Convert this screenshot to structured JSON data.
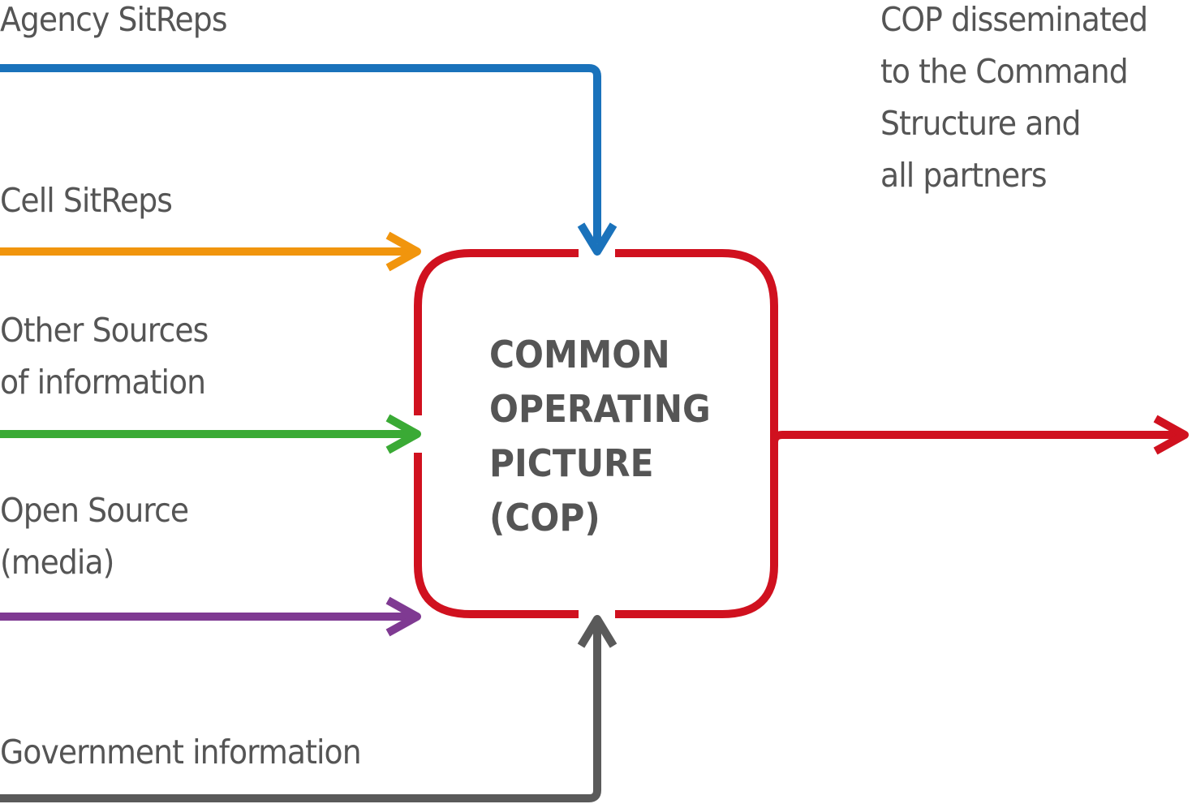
{
  "inputs": {
    "agency": {
      "label": "Agency SitReps",
      "color": "#1a72bb"
    },
    "cell": {
      "label": "Cell SitReps",
      "color": "#f1950d"
    },
    "other": {
      "line1": "Other Sources",
      "line2": "of information",
      "color": "#3aaa35"
    },
    "open": {
      "line1": "Open Source",
      "line2": "(media)",
      "color": "#7f3a92"
    },
    "government": {
      "label": "Government information",
      "color": "#5a5a5a"
    }
  },
  "center": {
    "line1": "COMMON",
    "line2": "OPERATING",
    "line3": "PICTURE",
    "line4": "(COP)",
    "border_color": "#d0111f"
  },
  "output": {
    "line1": "COP disseminated",
    "line2": "to the Command",
    "line3": "Structure and",
    "line4": "all partners",
    "color": "#d0111f"
  },
  "text_color": "#555555"
}
